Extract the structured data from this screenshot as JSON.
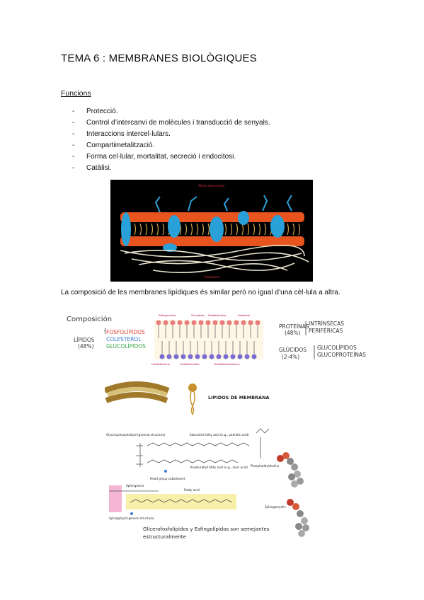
{
  "title": "TEMA 6 : MEMBRANES BIOLÒGIQUES",
  "section_heading": "Funcions",
  "functions": [
    "Protecció.",
    "Control d’intercanvi de molècules i transducció de senyals.",
    "Interaccions intercel·lulars.",
    "Compartimetalització.",
    "Forma cel·lular, mortalitat, secreció i endocitosi.",
    "Catàlisi."
  ],
  "bullet_marker": "-",
  "membrane_figure": {
    "top_label": "Medio extracelular",
    "bottom_label": "Citoplasma"
  },
  "composition_sentence": "La composició de les membranes lipídiques és similar però no igual d’una cèl·lula a altra.",
  "composition": {
    "heading": "Composición",
    "lipids_label": "LÍPIDOS",
    "lipids_pct": "(48%)",
    "lipid_types": [
      "FOSFOLÍPIDOS",
      "COLESTEROL",
      "GLUCOLÍPIDOS"
    ],
    "bilayer_top_labels": [
      "Esfingomielina",
      "Glucolípido",
      "Fosfatidilcolina",
      "Colesterol"
    ],
    "bilayer_bottom_labels": [
      "Fosfatidilserina",
      "Fosfatidilinositol",
      "Fosfatidiletanolamina"
    ],
    "proteins_label": "PROTEÍNAS",
    "proteins_pct": "(48%)",
    "protein_types": [
      "INTRÍNSECAS",
      "PERIFÉRICAS"
    ],
    "carbs_label": "GLÚCIDOS",
    "carbs_pct": "(2-4%)",
    "carb_types": [
      "GLUCOLÍPIDOS",
      "GLUCOPROTEÍNAS"
    ]
  },
  "lipids_figure": {
    "heading": "LIPIDOS DE MEMBRANA",
    "glycerophospholipid": "Glycerophospholipid (general structure)",
    "saturated": "Saturated fatty acid (e.g., palmitic acid)",
    "unsaturated": "Unsaturated fatty acid (e.g., oleic acid)",
    "head_group": "Head group substituent",
    "phosphatidylcholine": "Phosphatidylcholine",
    "sphingosine": "Sphingosine",
    "fatty_acid": "Fatty acid",
    "sphingolipid": "Sphingolipid (general structure)",
    "sphingomyelin": "Sphingomyelin",
    "caption_line1": "Glicerofosfolípidos y Esfingolípidos son semejantes",
    "caption_line2": "estructuralmente"
  },
  "colors": {
    "fosfolipidos": "#e0473b",
    "colesterol": "#3a7bd5",
    "glucolipidos": "#3aa845",
    "membrane_bg": "#000000",
    "membrane_heads": "#e8541e",
    "protein": "#2aa0d8"
  }
}
